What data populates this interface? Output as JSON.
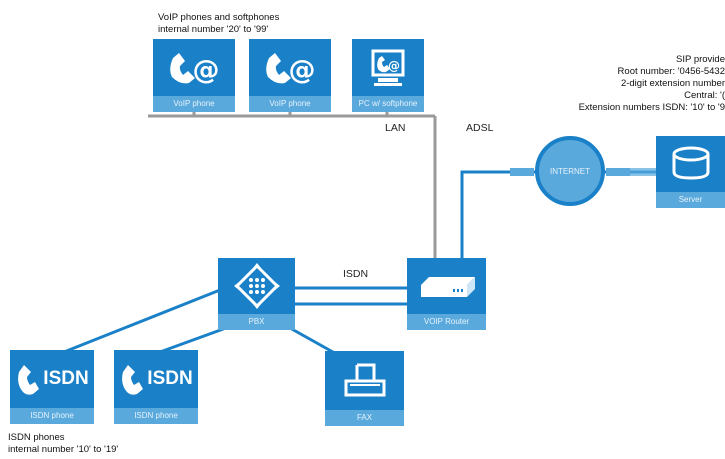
{
  "notes": {
    "voip": "VoIP phones and softphones\ninternal number '20' to '99'",
    "sip": "SIP provide\nRoot number: '0456-5432\n2-digit extension number\nCentral: '(\nExtension numbers ISDN: '10' to '9",
    "isdn": "ISDN phones\ninternal number '10' to '19'"
  },
  "devices": {
    "voip_phone_1": "VoIP phone",
    "voip_phone_2": "VoIP phone",
    "pc_softphone": "PC w/ softphone",
    "server": "Server",
    "pbx": "PBX",
    "router": "VOIP Router",
    "isdn_phone_1": "ISDN phone",
    "isdn_phone_2": "ISDN phone",
    "fax": "FAX",
    "internet": "INTERNET"
  },
  "icon_text": {
    "isdn_1": "ISDN",
    "isdn_2": "ISDN"
  },
  "links": {
    "lan": "LAN",
    "adsl": "ADSL",
    "isdn": "ISDN"
  },
  "colors": {
    "device": "#1a80c8",
    "caption": "#5aa9dd",
    "lan_wire": "#999999",
    "isdn_wire": "#1a80c8"
  }
}
